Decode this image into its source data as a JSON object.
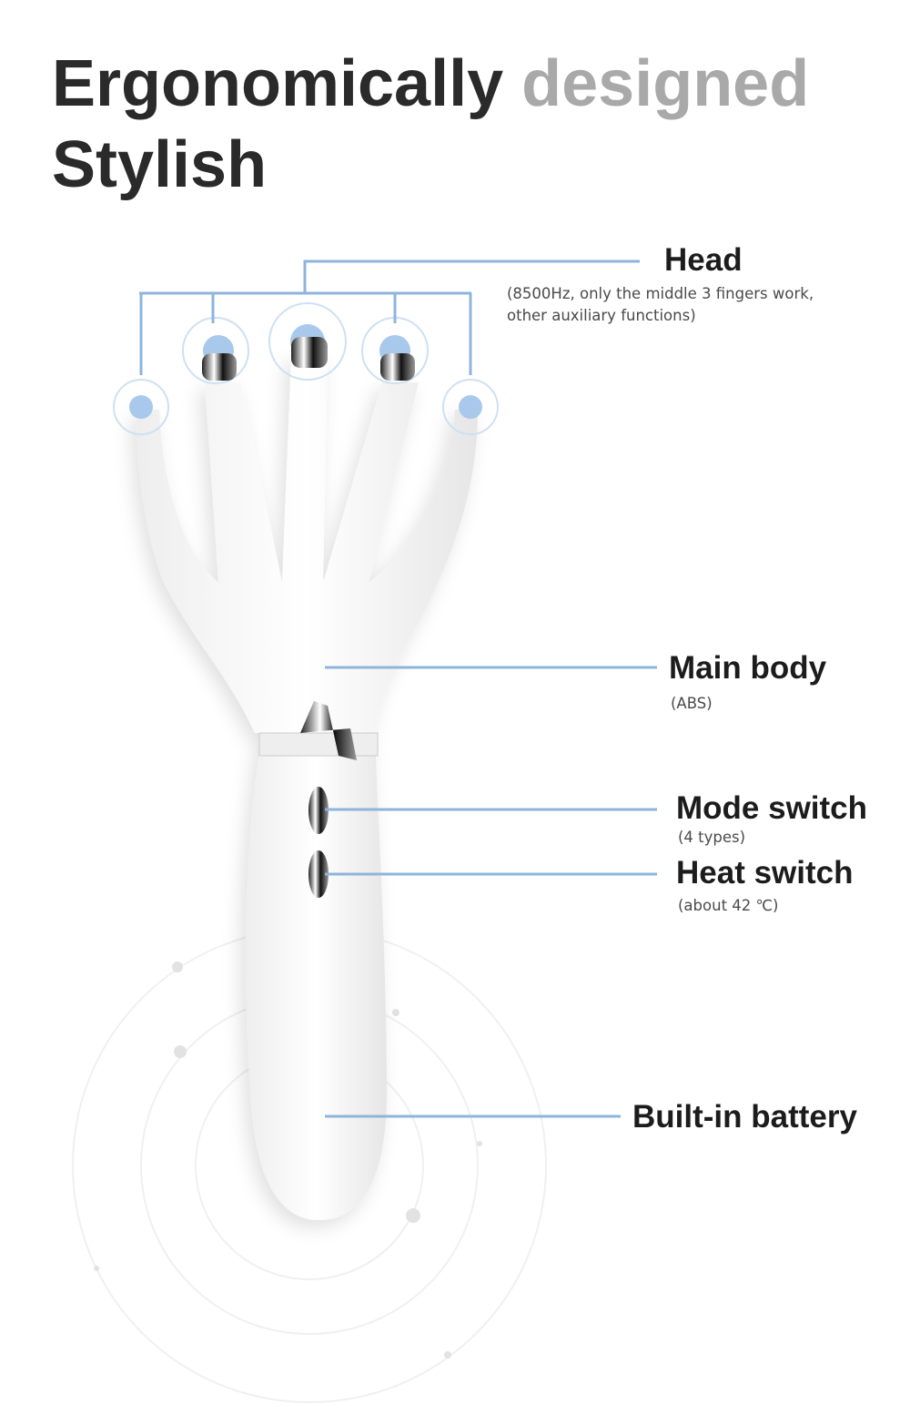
{
  "title": {
    "line1_dark": "Ergonomically",
    "line1_light": "designed",
    "line2": "Stylish"
  },
  "labels": {
    "head": {
      "title": "Head",
      "desc_line1": "(8500Hz, only the middle 3 fingers work,",
      "desc_line2": "other auxiliary functions)"
    },
    "main_body": {
      "title": "Main body",
      "desc": "(ABS)"
    },
    "mode_switch": {
      "title": "Mode switch",
      "desc": "(4 types)"
    },
    "heat_switch": {
      "title": "Heat switch",
      "desc": "(about 42 ℃)"
    },
    "battery": {
      "title": "Built-in battery"
    }
  },
  "colors": {
    "callout_line": "#8fb4dc",
    "title_dark": "#2a2a2a",
    "title_light": "#a9a9a9"
  }
}
